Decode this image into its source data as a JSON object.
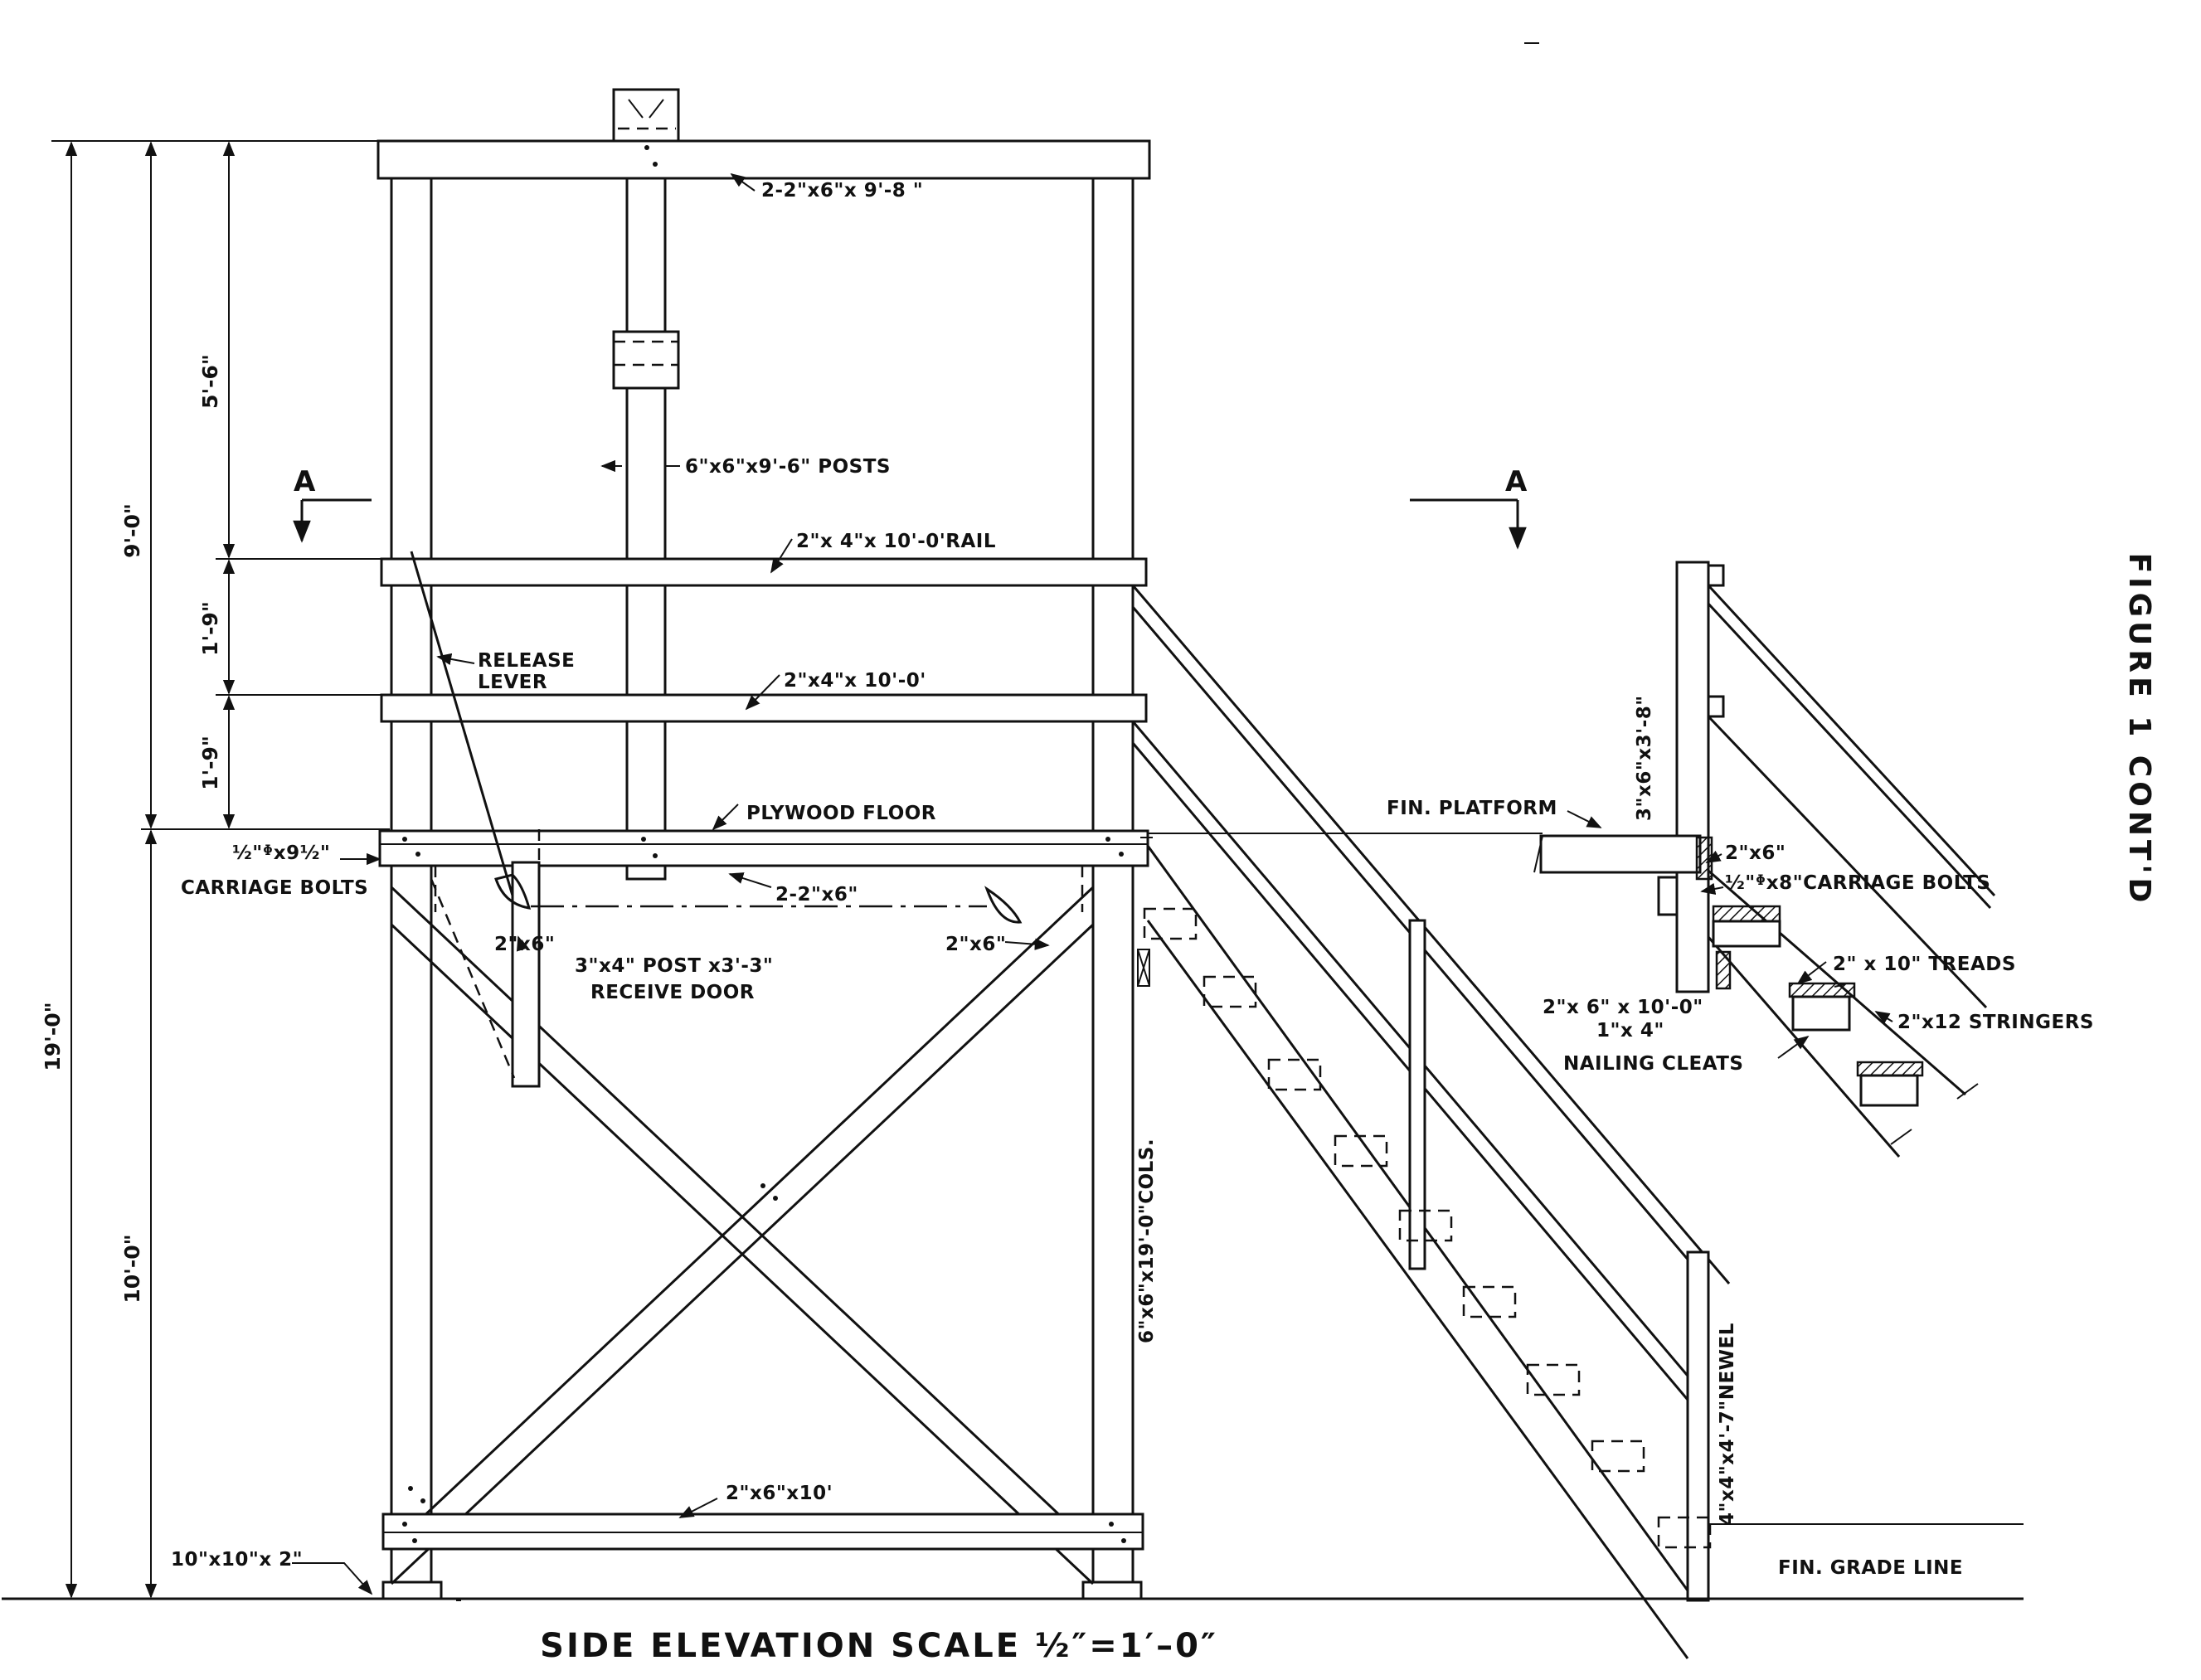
{
  "title": "SIDE ELEVATION SCALE ½″=1′–0″",
  "figure_label": "FIGURE 1 CONT'D",
  "section_marks": [
    "A",
    "A"
  ],
  "dimensions": {
    "overall": "19'-0\"",
    "upper": "9'-0\"",
    "lower": "10'-0\"",
    "roof_to_rail": "5'-6\"",
    "rail_to_rail": "1'-9\"",
    "rail_to_floor": "1'-9\""
  },
  "labels": {
    "top_beam": "2-2\"x6\"x 9'-8 \"",
    "posts": "6\"x6\"x9'-6\" POSTS",
    "top_rail": "2\"x 4\"x 10'-0'RAIL",
    "mid_rail": "2\"x4\"x 10'-0'",
    "release_lever_1": "RELEASE",
    "release_lever_2": "LEVER",
    "plywood_floor": "PLYWOOD FLOOR",
    "carriage_bolts_1": "½\"ᶲx9½\"",
    "carriage_bolts_2": "CARRIAGE BOLTS",
    "floor_beam": "2-2\"x6\"",
    "brace_left": "2\"x6\"",
    "brace_right": "2\"x6\"",
    "post_door_1": "3\"x4\" POST x3'-3\"",
    "post_door_2": "RECEIVE DOOR",
    "columns": "6\"x6\"x19'-0\"COLS.",
    "newel": "4\"x4\"x4'-7\"NEWEL",
    "bottom_beam": "2\"x6\"x10'",
    "footing": "10\"x10\"x 2\"",
    "grade_line": "FIN. GRADE LINE",
    "fin_platform": "FIN. PLATFORM",
    "detail_post": "3\"x6\"x3'-8\"",
    "detail_2x6": "2\"x6\"",
    "detail_bolts": "½\"ᶲx8\"CARRIAGE BOLTS",
    "treads": "2\" x 10\" TREADS",
    "stringers": "2\"x12 STRINGERS",
    "detail_2x6x10": "2\"x 6\" x 10'-0\"",
    "cleats_1": "1\"x 4\"",
    "cleats_2": "NAILING CLEATS"
  }
}
